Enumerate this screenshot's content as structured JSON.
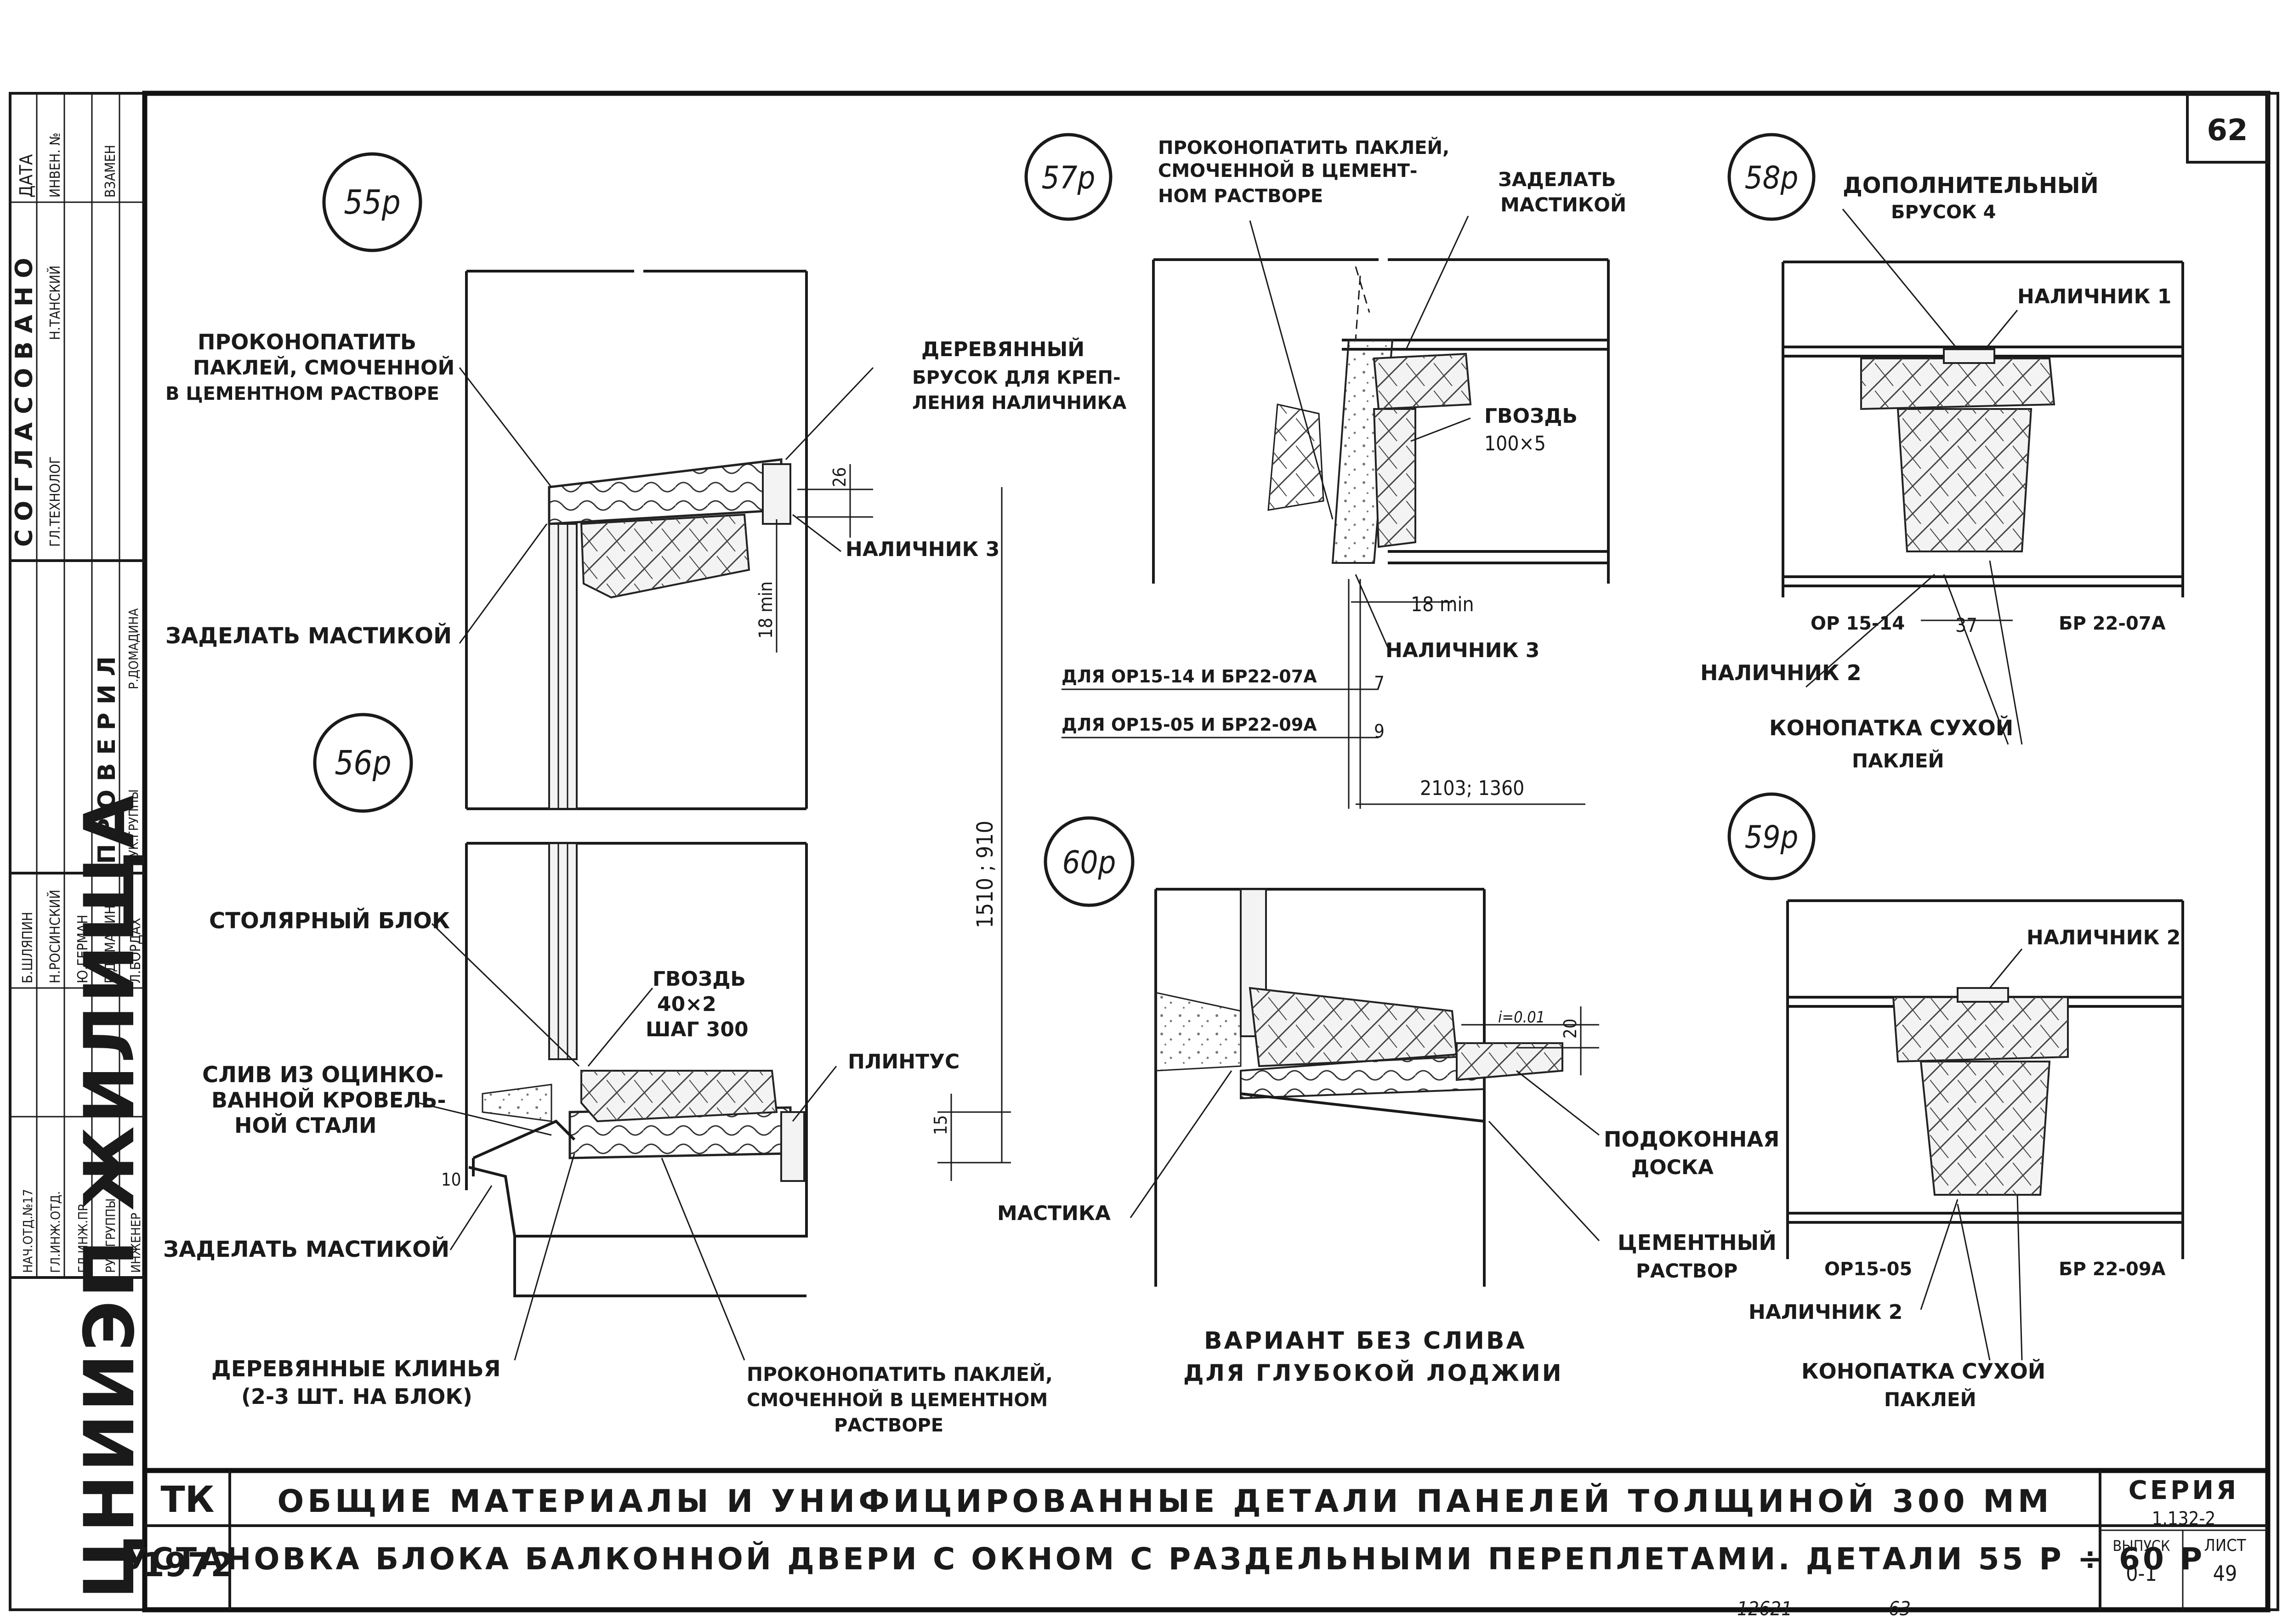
{
  "sheet": {
    "number": "62",
    "org": "ЦНИИЭП ЖИЛИЩА",
    "code": "ТК",
    "year": "1972",
    "title": "ОБЩИЕ МАТЕРИАЛЫ И УНИФИЦИРОВАННЫЕ ДЕТАЛИ ПАНЕЛЕЙ ТОЛЩИНОЙ 300 ММ",
    "subtitle": "УСТАНОВКА БЛОКА БАЛКОННОЙ ДВЕРИ С ОКНОМ С РАЗДЕЛЬНЫМИ ПЕРЕПЛЕТАМИ. ДЕТАЛИ 55 Р ÷ 60 Р",
    "series_label": "СЕРИЯ",
    "series_value": "1.132-2",
    "issue_label": "ВЫПУСК",
    "issue_value": "0-1",
    "list_label": "ЛИСТ",
    "list_value": "49",
    "inv_bottom": "12621",
    "inv_bottom2": "63"
  },
  "stamp": {
    "col_headers": [
      "ДАТА",
      "ИНВЕН. №",
      "ВЗАМЕН"
    ],
    "soglasovano": "СОГЛАСОВАНО",
    "sog_rows": [
      "Н.ТАНСКИЙ",
      "ГЛ.ТЕХНОЛОГ"
    ],
    "proveril": "ПРОВЕРИЛ",
    "prov_rows": [
      "Р.ДОМАДИНА",
      "РУК.ГРУППЫ"
    ],
    "roles": [
      "НАЧ.ОТД.№17",
      "ГЛ.ИНЖ.ОТД.",
      "ГЛ.ИНЖ.ПР.",
      "РУК.ГРУППЫ",
      "ИНЖЕНЕР"
    ],
    "names": [
      "Б.ШЛЯПИН",
      "Н.РОСИНСКИЙ",
      "Ю.ГЕРМАН",
      "Р.ДОМАДИНА",
      "Л.БОРДАХ"
    ]
  },
  "details": {
    "d55": {
      "id": "55р"
    },
    "d56": {
      "id": "56р"
    },
    "d57": {
      "id": "57р"
    },
    "d58": {
      "id": "58р"
    },
    "d59": {
      "id": "59р"
    },
    "d60": {
      "id": "60р"
    }
  },
  "labels": {
    "l55_1": "ПРОКОНОПАТИТЬ",
    "l55_2": "ПАКЛЕЙ, СМОЧЕННОЙ",
    "l55_3": "В ЦЕМЕНТНОМ РАСТВОРЕ",
    "l55_mast": "ЗАДЕЛАТЬ МАСТИКОЙ",
    "l55_br1": "ДЕРЕВЯННЫЙ",
    "l55_br2": "БРУСОК ДЛЯ КРЕП-",
    "l55_br3": "ЛЕНИЯ НАЛИЧНИКА",
    "l55_nal": "НАЛИЧНИК 3",
    "l55_dim26": "26",
    "l55_dim18": "18 min",
    "l56_block": "СТОЛЯРНЫЙ БЛОК",
    "l56_nail1": "ГВОЗДЬ",
    "l56_nail2": "40×2",
    "l56_nail3": "ШАГ 300",
    "l56_sl1": "СЛИВ ИЗ ОЦИНКО-",
    "l56_sl2": "ВАННОЙ КРОВЕЛЬ-",
    "l56_sl3": "НОЙ СТАЛИ",
    "l56_plin": "ПЛИНТУС",
    "l56_mast": "ЗАДЕЛАТЬ МАСТИКОЙ",
    "l56_kl1": "ДЕРЕВЯННЫЕ КЛИНЬЯ",
    "l56_kl2": "(2-3 ШТ. НА БЛОК)",
    "l56_pr1": "ПРОКОНОПАТИТЬ ПАКЛЕЙ,",
    "l56_pr2": "СМОЧЕННОЙ В ЦЕМЕНТНОМ",
    "l56_pr3": "РАСТВОРЕ",
    "l56_d10": "10",
    "l56_d15": "15",
    "l_height": "1510 ; 910",
    "l57_p1": "ПРОКОНОПАТИТЬ ПАКЛЕЙ,",
    "l57_p2": "СМОЧЕННОЙ В ЦЕМЕНТ-",
    "l57_p3": "НОМ РАСТВОРЕ",
    "l57_z1": "ЗАДЕЛАТЬ",
    "l57_z2": "МАСТИКОЙ",
    "l57_n1": "ГВОЗДЬ",
    "l57_n2": "100×5",
    "l57_18": "18 min",
    "l57_nal": "НАЛИЧНИК 3",
    "l57_f1": "ДЛЯ ОР15-14 И БР22-07А",
    "l57_f1v": "7",
    "l57_f2": "ДЛЯ ОР15-05 И БР22-09А",
    "l57_f2v": "9",
    "l57_w": "2103; 1360",
    "l58_add1": "ДОПОЛНИТЕЛЬНЫЙ",
    "l58_add2": "БРУСОК 4",
    "l58_nal1": "НАЛИЧНИК 1",
    "l58_or": "ОР 15-14",
    "l58_37": "37",
    "l58_br": "БР 22-07А",
    "l58_nal2": "НАЛИЧНИК 2",
    "l58_k1": "КОНОПАТКА СУХОЙ",
    "l58_k2": "ПАКЛЕЙ",
    "l59_nal2a": "НАЛИЧНИК 2",
    "l59_or": "ОР15-05",
    "l59_br": "БР 22-09А",
    "l59_nal2b": "НАЛИЧНИК 2",
    "l59_k1": "КОНОПАТКА СУХОЙ",
    "l59_k2": "ПАКЛЕЙ",
    "l60_mast": "МАСТИКА",
    "l60_pod1": "ПОДОКОННАЯ",
    "l60_pod2": "ДОСКА",
    "l60_cem1": "ЦЕМЕНТНЫЙ",
    "l60_cem2": "РАСТВОР",
    "l60_i": "i=0.01",
    "l60_20": "20",
    "l60_v1": "ВАРИАНТ БЕЗ СЛИВА",
    "l60_v2": "ДЛЯ ГЛУБОКОЙ ЛОДЖИИ"
  }
}
